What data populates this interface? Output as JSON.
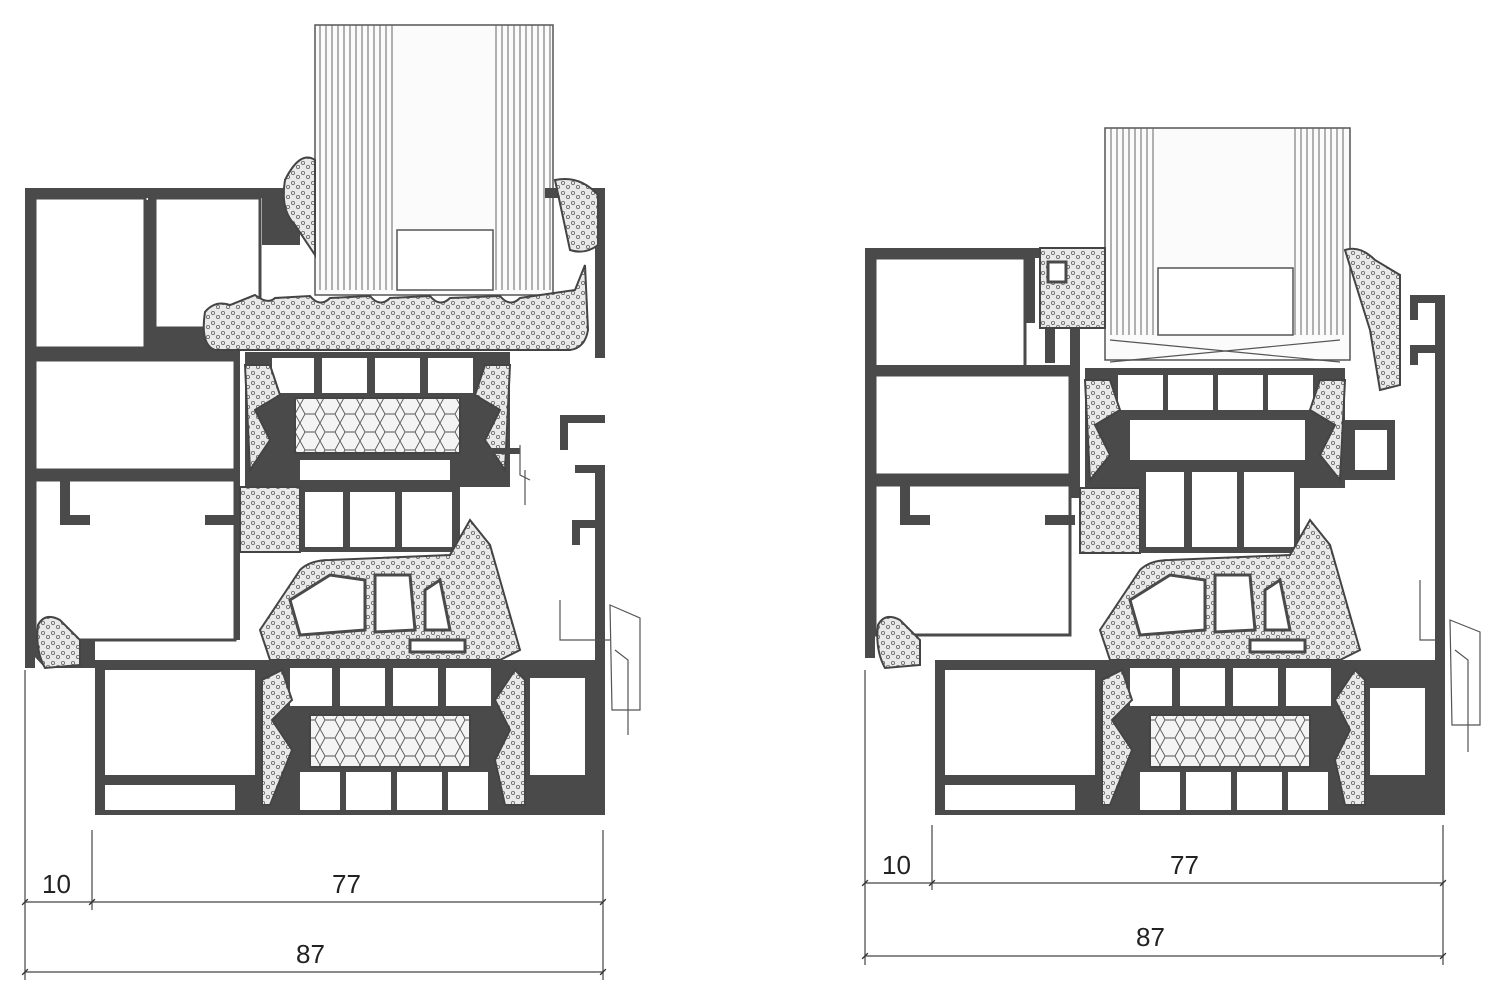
{
  "figure": "Window profile cross-sections with dimension annotations",
  "sections": [
    {
      "dims": {
        "left_small": "10",
        "upper_span": "77",
        "total": "87"
      }
    },
    {
      "dims": {
        "left_small": "10",
        "upper_span": "77",
        "total": "87"
      }
    }
  ]
}
